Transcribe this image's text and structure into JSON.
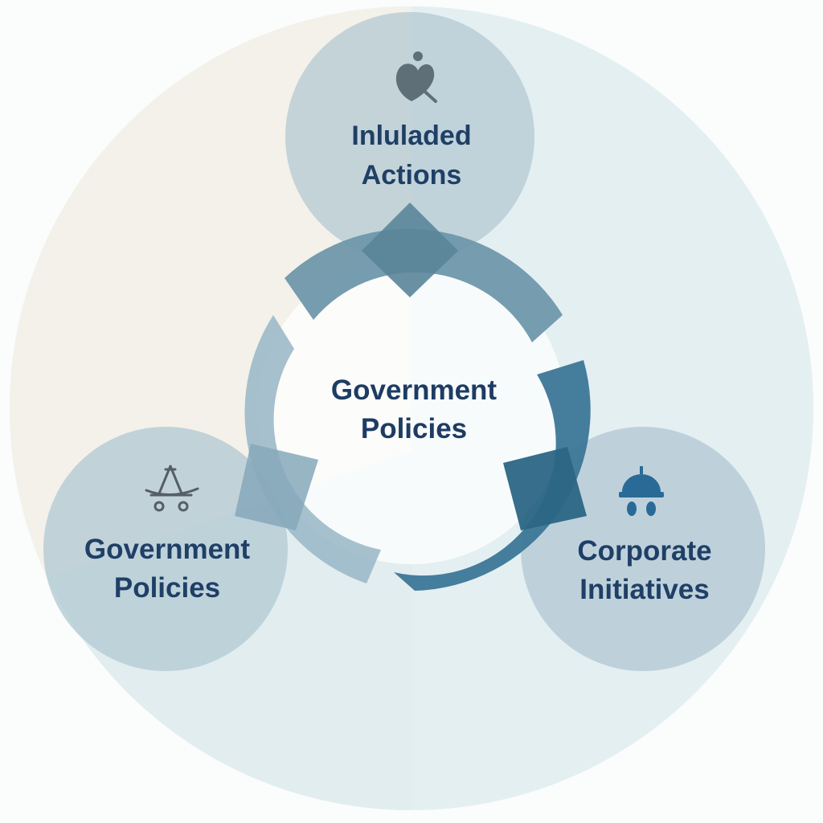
{
  "diagram": {
    "center_node": {
      "line1": "Government",
      "line2": "Policies"
    },
    "nodes": [
      {
        "id": "top",
        "line1": "Inluladed",
        "line2": "Actions",
        "icon": "heart-leaf-icon"
      },
      {
        "id": "left",
        "line1": "Government",
        "line2": "Policies",
        "icon": "scale-cart-icon"
      },
      {
        "id": "right",
        "line1": "Corporate",
        "line2": "Initiatives",
        "icon": "bell-person-icon"
      }
    ],
    "colors": {
      "text": "#1f3f66",
      "ring_light": "#9ab8c8",
      "ring_mid": "#6e97ab",
      "ring_dark": "#2f6d8e",
      "node_fill": "#b9ccd6",
      "outer_fill": "#e3eef1",
      "outer_warm": "#f3efe3"
    }
  }
}
